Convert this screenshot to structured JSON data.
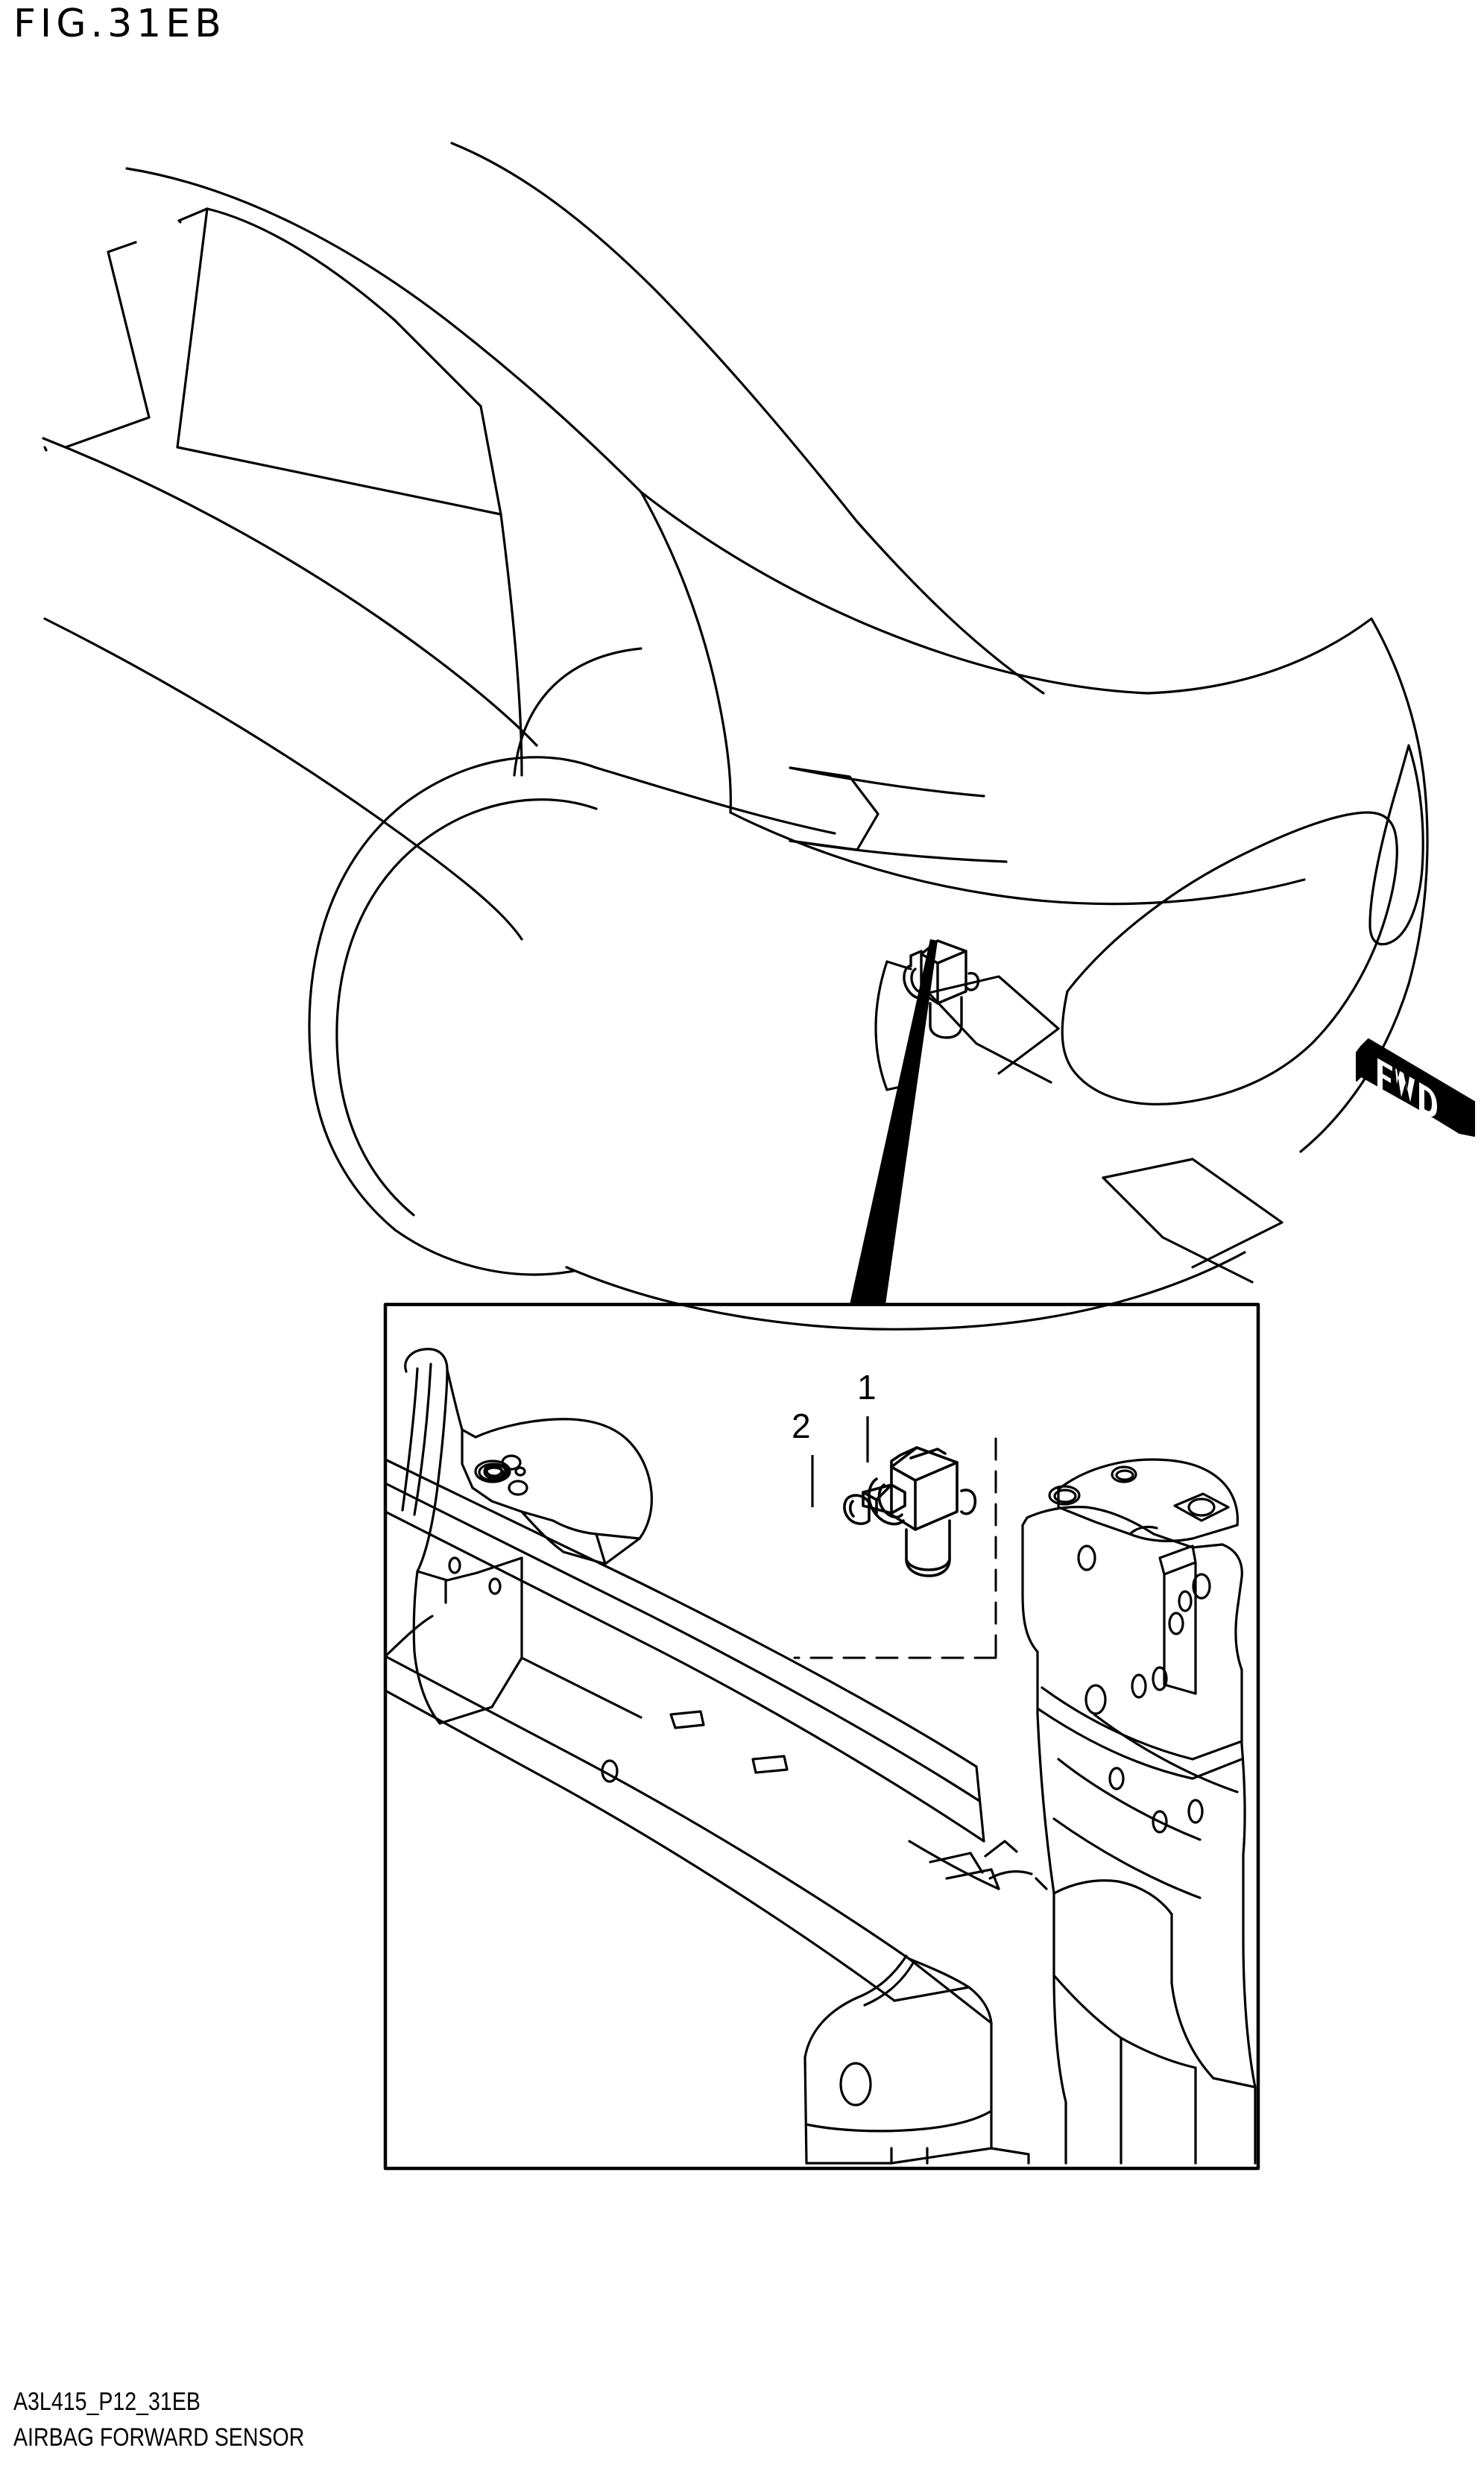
{
  "figure": {
    "title": "FIG.31EB",
    "drawing_code": "A3L415_P12_31EB",
    "description": "AIRBAG FORWARD SENSOR"
  },
  "orientation_marker": {
    "label": "FWD",
    "name": "forward-direction-arrow",
    "direction": "right-down"
  },
  "callouts": [
    {
      "number": "1",
      "refers_to": "airbag-forward-sensor"
    },
    {
      "number": "2",
      "refers_to": "sensor-mounting-bolt"
    }
  ],
  "views": {
    "vehicle_overview": {
      "name": "front-three-quarter-vehicle-outline",
      "shows": "sensor location on front bumper beam / radiator support"
    },
    "detail_inset": {
      "name": "radiator-support-detail-box",
      "shows": "front bumper beam, fender apron and forward sensor mounting"
    }
  },
  "colors": {
    "ink": "#000000",
    "paper": "#ffffff"
  }
}
